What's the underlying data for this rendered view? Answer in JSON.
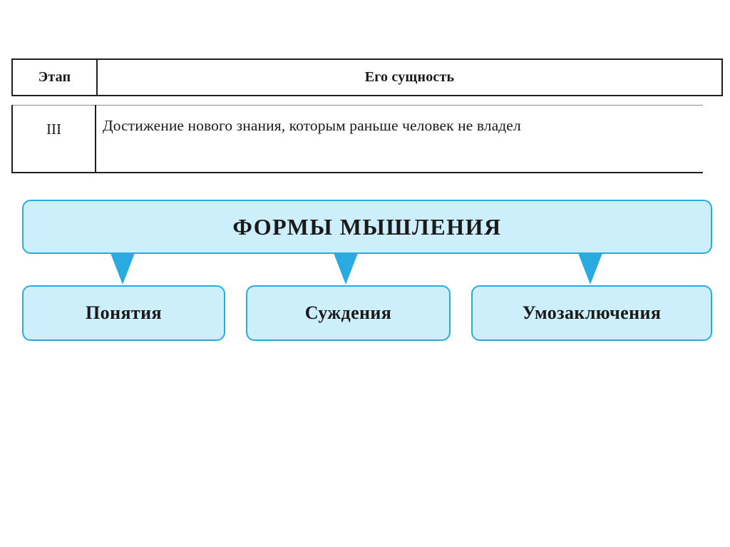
{
  "table": {
    "columns": [
      "Этап",
      "Его сущность"
    ],
    "rows": [
      {
        "stage": "III",
        "essence": "Достижение нового знания, которым раньше человек не владел"
      }
    ]
  },
  "diagram": {
    "root": {
      "label": "ФОРМЫ МЫШЛЕНИЯ"
    },
    "children": [
      {
        "label": "Понятия"
      },
      {
        "label": "Суждения"
      },
      {
        "label": "Умозаключения"
      }
    ],
    "connectors": [
      {
        "name": "arrow-down-icon"
      },
      {
        "name": "arrow-down-icon"
      },
      {
        "name": "arrow-down-icon"
      }
    ]
  },
  "colors": {
    "node_fill": "#cdeefb",
    "node_border": "#29abe2",
    "arrow": "#29abe2",
    "table_border": "#231f20",
    "table_rule": "#8e8e8e",
    "text": "#1a1a1a",
    "background": "#ffffff"
  }
}
